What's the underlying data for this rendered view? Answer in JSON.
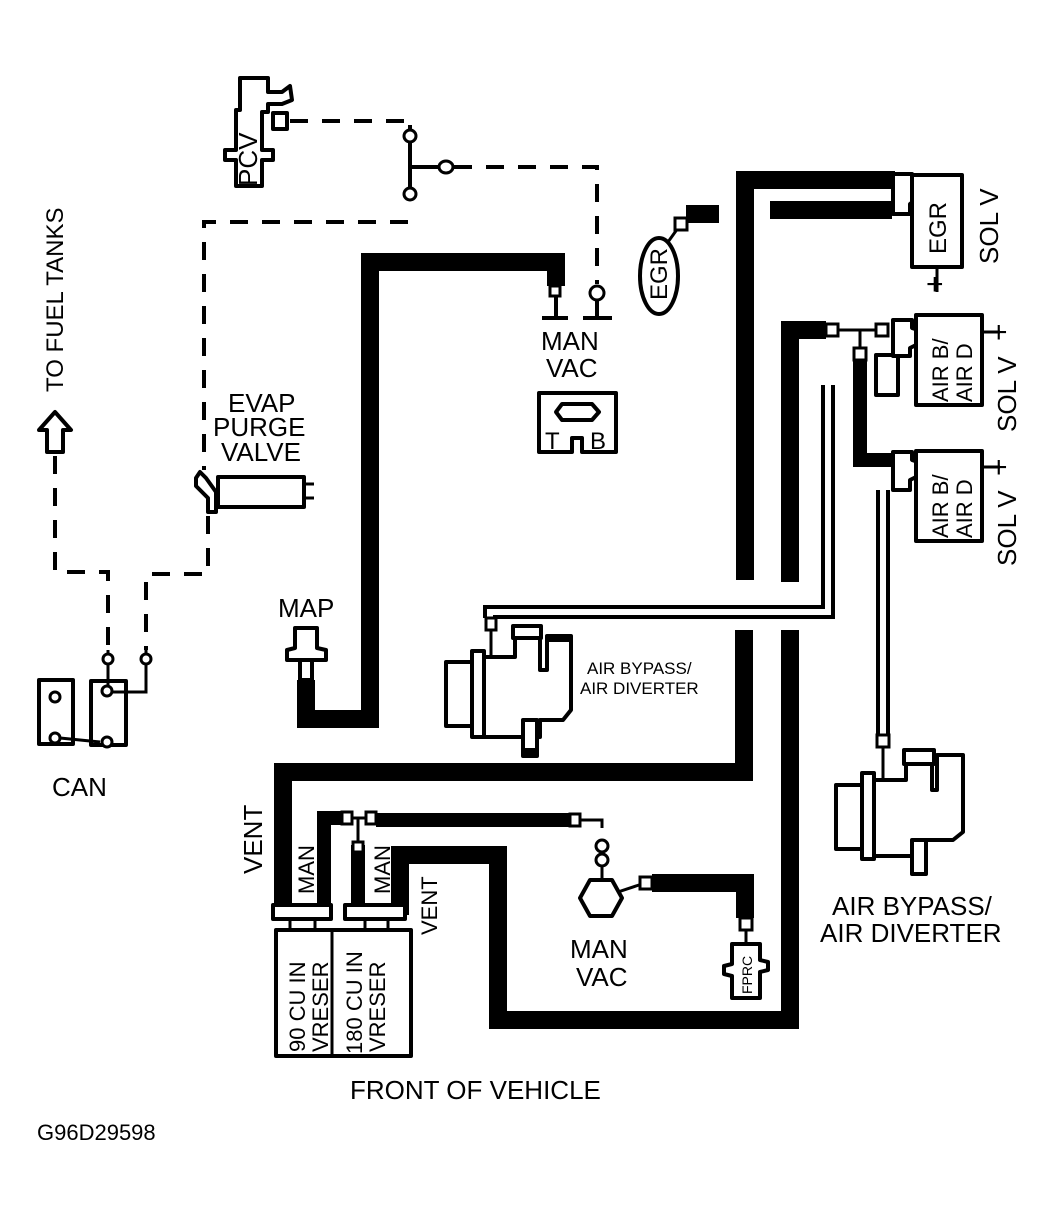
{
  "diagram": {
    "title": "Vacuum Hose Routing Diagram",
    "figure_id": "G96D29598",
    "orientation_label": "FRONT OF VEHICLE",
    "components": {
      "pcv": "PCV",
      "to_fuel_tanks": "TO FUEL TANKS",
      "evap_purge_valve": [
        "EVAP",
        "PURGE",
        "VALVE"
      ],
      "can": "CAN",
      "map": "MAP",
      "man_vac_top": [
        "MAN",
        "VAC"
      ],
      "throttle_body": {
        "left": "T",
        "right": "B"
      },
      "egr_valve": "EGR",
      "egr_sol_v": {
        "inner": "EGR",
        "outer": "SOL V"
      },
      "air_sol_v_1": {
        "inner": [
          "AIR B/",
          "AIR D"
        ],
        "outer": "SOL V"
      },
      "air_sol_v_2": {
        "inner": [
          "AIR B/",
          "AIR D"
        ],
        "outer": "SOL V"
      },
      "air_bypass_center": [
        "AIR BYPASS/",
        "AIR DIVERTER"
      ],
      "air_bypass_right": [
        "AIR BYPASS/",
        "AIR DIVERTER"
      ],
      "vent_left": "VENT",
      "vent_right": "VENT",
      "man_left": "MAN",
      "man_right": "MAN",
      "reservoir_90": [
        "90 CU IN",
        "VRESER"
      ],
      "reservoir_180": [
        "180 CU IN",
        "VRESER"
      ],
      "man_vac_bottom": [
        "MAN",
        "VAC"
      ],
      "fprc": "FPRC",
      "plus": "+"
    }
  }
}
